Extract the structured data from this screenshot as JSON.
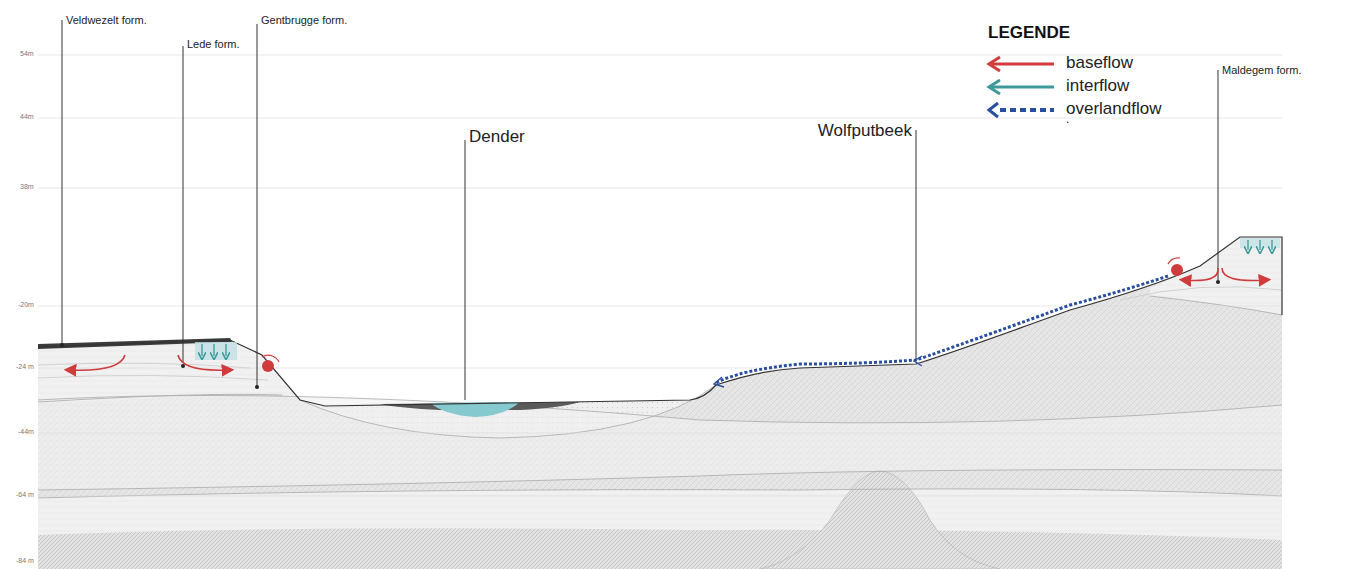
{
  "diagram": {
    "labels": [
      "Veldwezelt form.",
      "Lede form.",
      "Gentbrugge form.",
      "Dender",
      "Wolfputbeek",
      "Maldegem form.",
      "LEGENDE",
      ".",
      "54m",
      "44m",
      "38m",
      "-20m",
      "-24 m",
      "-44m",
      "-64 m",
      "-84 m"
    ],
    "legend": [
      {
        "text": "baseflow"
      },
      {
        "text": "interflow"
      },
      {
        "text": "overlandflow"
      }
    ]
  }
}
